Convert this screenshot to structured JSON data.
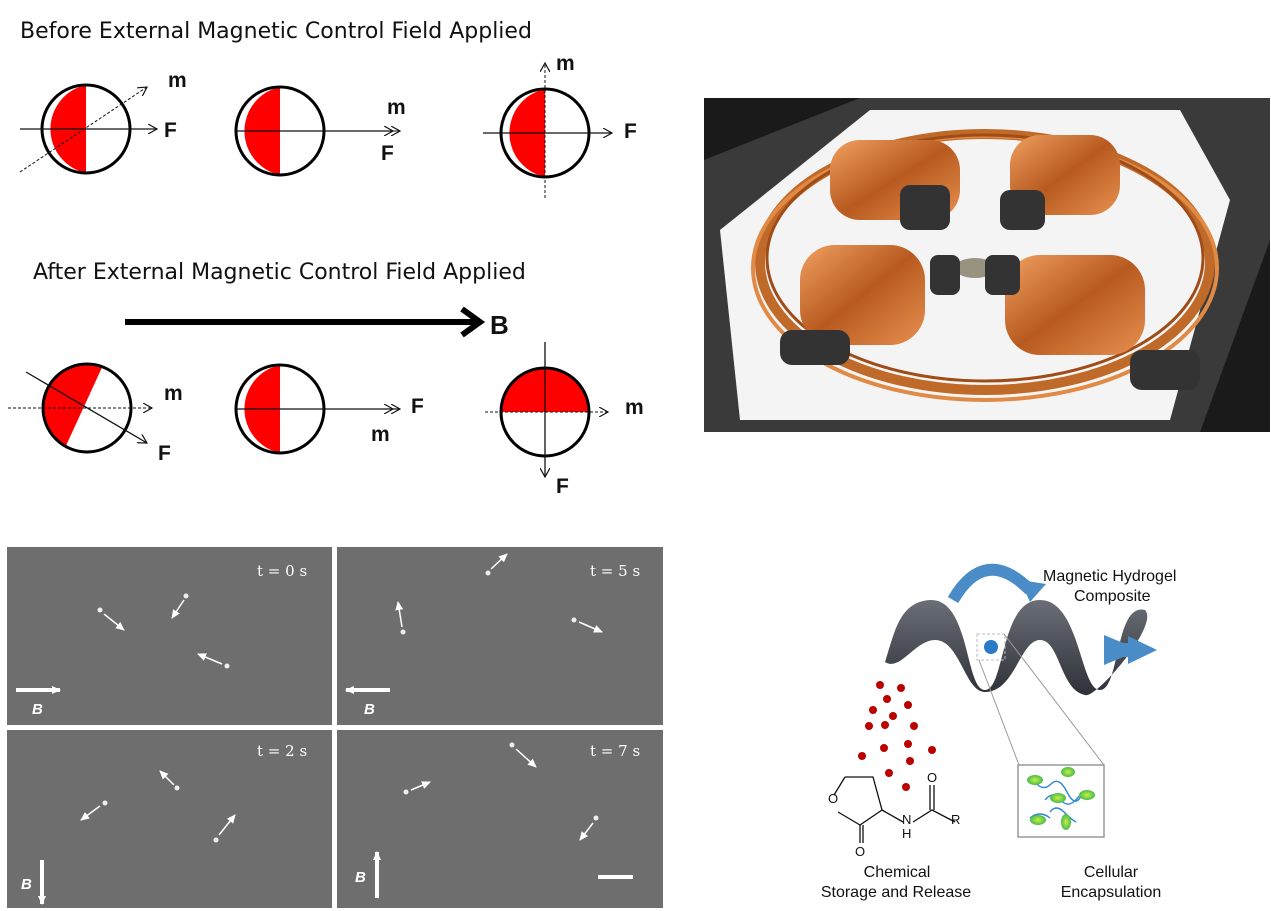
{
  "panel_a": {
    "before_title": "Before External Magnetic Control Field Applied",
    "after_title": "After External Magnetic Control Field Applied",
    "field_label": "B",
    "moment_label": "m",
    "force_label": "F"
  },
  "panel_c": {
    "frames": [
      {
        "time": "t = 0 s",
        "field": "B"
      },
      {
        "time": "t = 5 s",
        "field": "B"
      },
      {
        "time": "t = 2 s",
        "field": "B"
      },
      {
        "time": "t = 7 s",
        "field": "B"
      }
    ]
  },
  "panel_d": {
    "composite_label_1": "Magnetic Hydrogel",
    "composite_label_2": "Composite",
    "chem_label_1": "Chemical",
    "chem_label_2": "Storage and Release",
    "cell_label_1": "Cellular",
    "cell_label_2": "Encapsulation",
    "atom_o1": "O",
    "atom_o2": "O",
    "atom_o3": "O",
    "atom_n": "N",
    "atom_h": "H",
    "atom_r": "R"
  },
  "colors": {
    "red": "#ff0000",
    "blue_arrow": "#4a8cc8",
    "micro_bg": "#6e6e6e"
  }
}
